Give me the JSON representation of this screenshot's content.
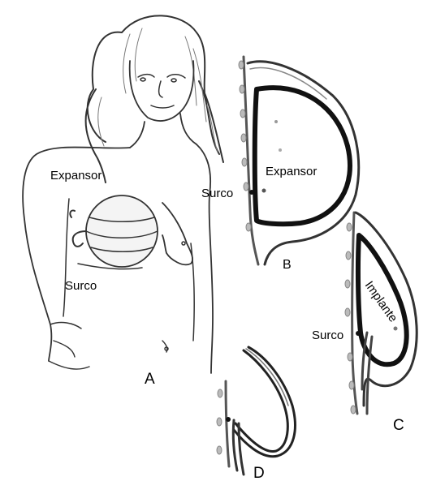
{
  "figure": {
    "panels": {
      "a": {
        "letter": "A",
        "labels": {
          "expander": "Expansor",
          "fold": "Surco"
        }
      },
      "b": {
        "letter": "B",
        "labels": {
          "expander": "Expansor",
          "fold": "Surco"
        }
      },
      "c": {
        "letter": "C",
        "labels": {
          "implant": "Implante",
          "fold": "Surco"
        }
      },
      "d": {
        "letter": "D"
      }
    }
  }
}
